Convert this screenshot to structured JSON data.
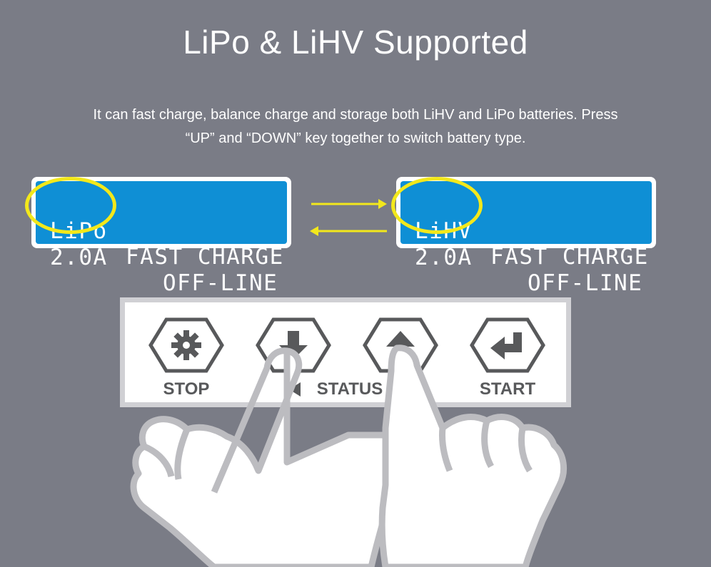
{
  "title": "LiPo & LiHV Supported",
  "subtitle_line1": "It can fast charge, balance charge and storage both LiHV and LiPo batteries. Press",
  "subtitle_line2": "“UP” and “DOWN” key together to switch battery type.",
  "lcd_left": {
    "type": "LiPo",
    "mode": "FAST CHARGE",
    "current": "2.0A",
    "status": "OFF-LINE"
  },
  "lcd_right": {
    "type": "LiHV",
    "mode": "FAST CHARGE",
    "current": "2.0A",
    "status": "OFF-LINE"
  },
  "buttons": {
    "stop": "STOP",
    "status": "STATUS",
    "start": "START"
  },
  "colors": {
    "background": "#7a7c86",
    "lcd_blue": "#0f8fd5",
    "highlight_yellow": "#f3e81b",
    "button_gray": "#58595b"
  },
  "icons": [
    "gear-icon",
    "down-arrow-icon",
    "up-arrow-icon",
    "enter-arrow-icon",
    "hand-pointer-icon"
  ]
}
